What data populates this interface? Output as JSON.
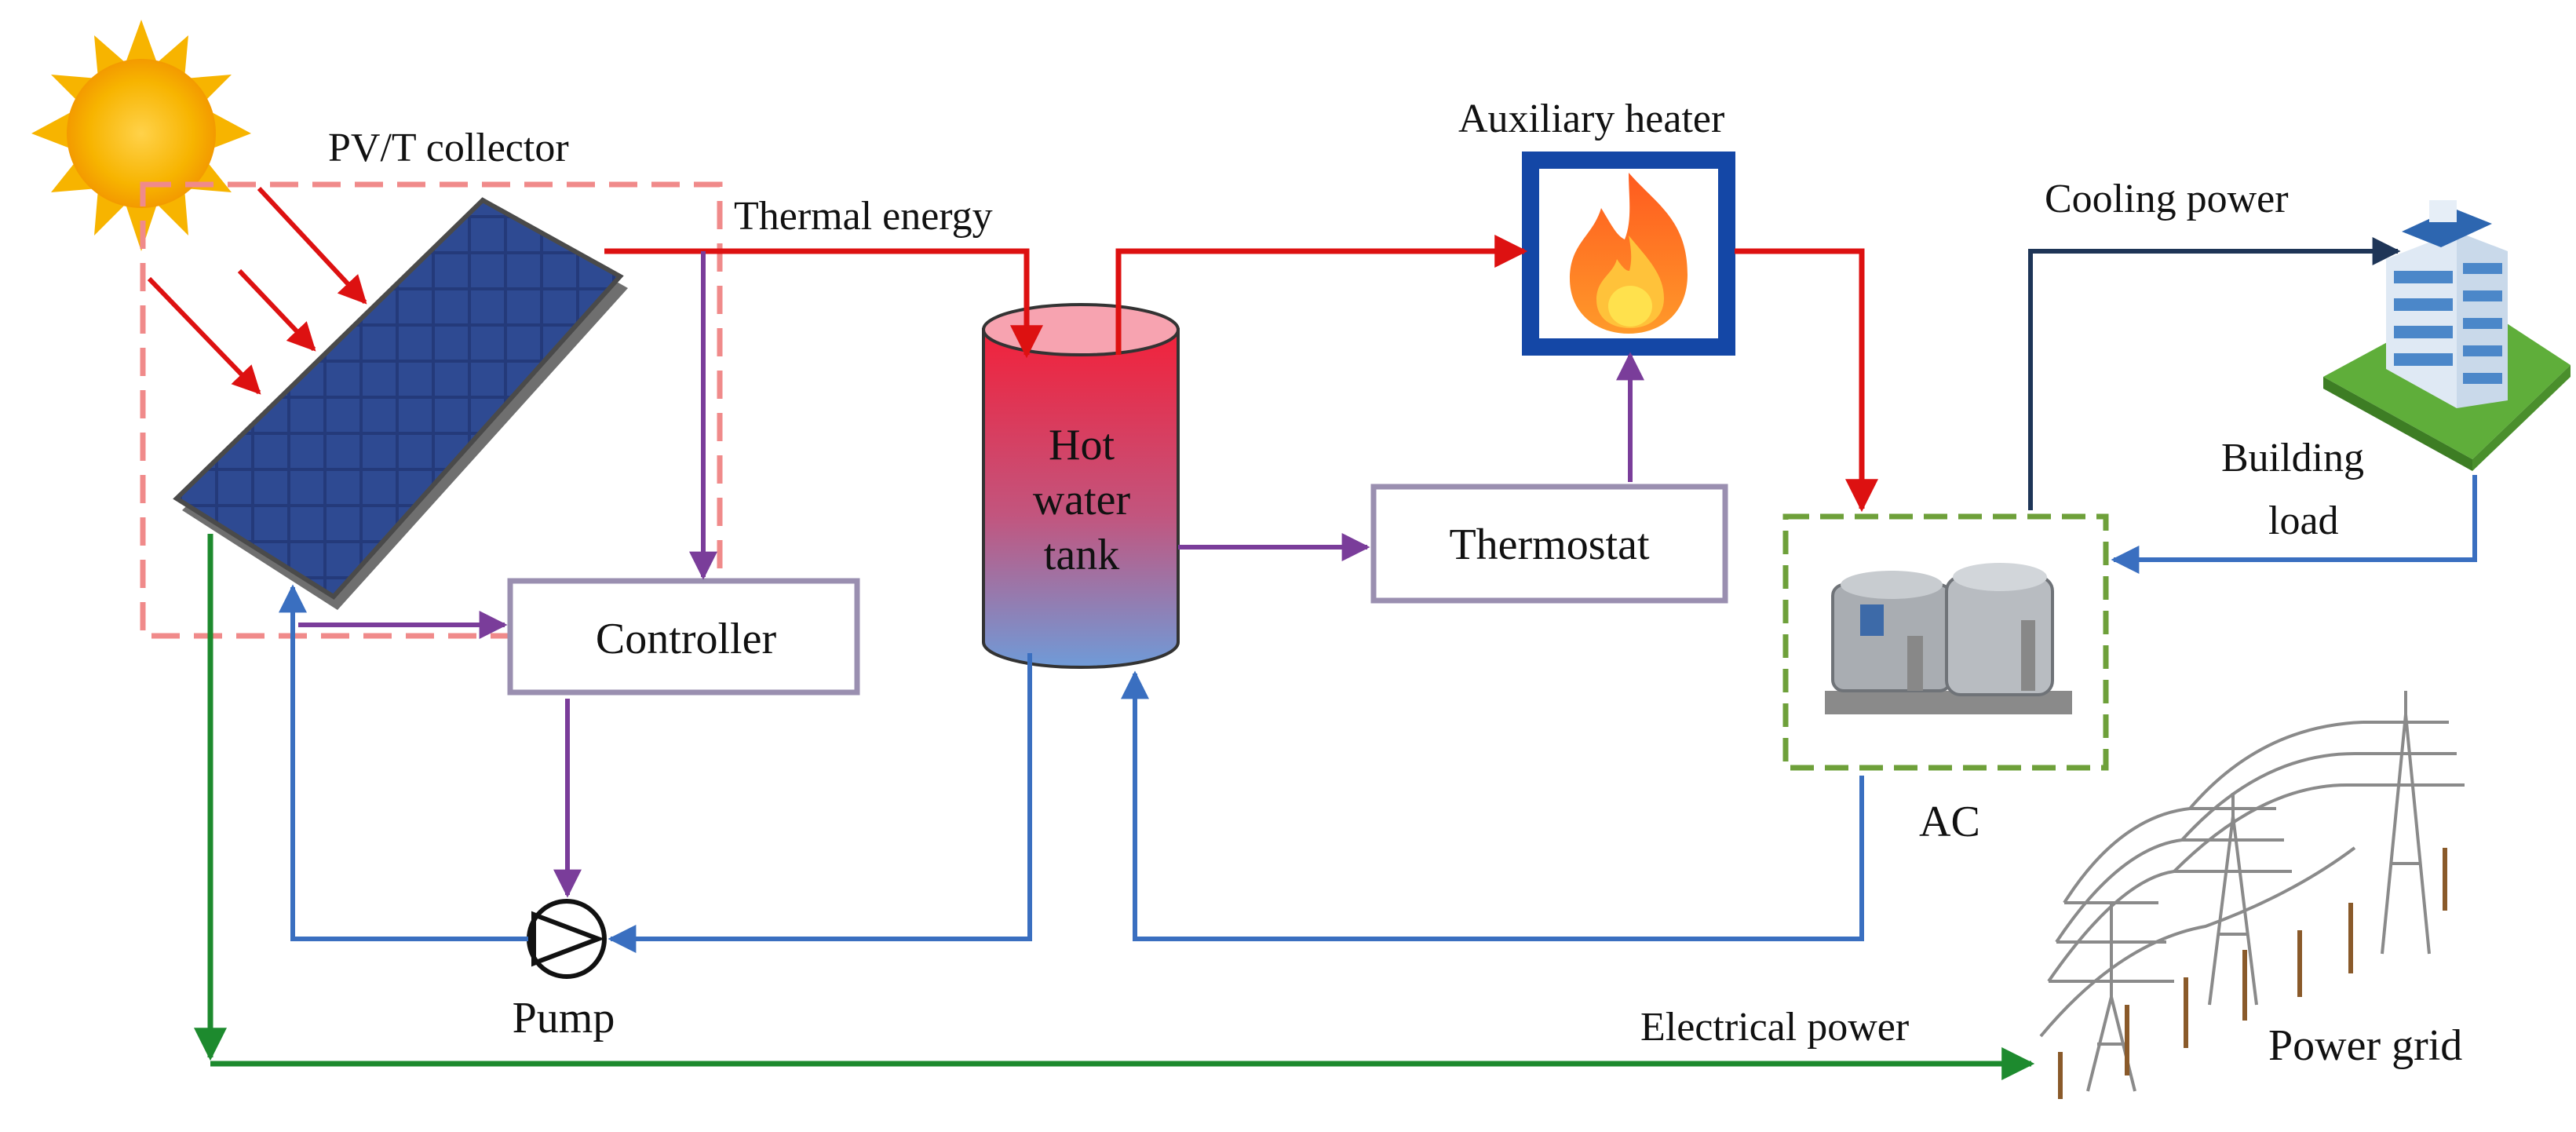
{
  "labels": {
    "pvt_collector": "PV/T collector",
    "thermal_energy": "Thermal energy",
    "auxiliary_heater": "Auxiliary heater",
    "cooling_power": "Cooling power",
    "building_load_line1": "Building",
    "building_load_line2": "load",
    "tank_line1": "Hot",
    "tank_line2": "water",
    "tank_line3": "tank",
    "thermostat": "Thermostat",
    "controller": "Controller",
    "ac": "AC",
    "pump": "Pump",
    "electrical_power": "Electrical power",
    "power_grid": "Power grid"
  },
  "colors": {
    "thermal": "#dd1111",
    "control": "#7a3d9a",
    "return_water": "#3a6fc0",
    "cooling": "#1e3557",
    "electric": "#1d8a2e",
    "pvt_dashed": "#f08a8a",
    "ac_dashed": "#6ea03a",
    "heater_frame": "#1447a6",
    "box_border": "#9a8fb0"
  }
}
